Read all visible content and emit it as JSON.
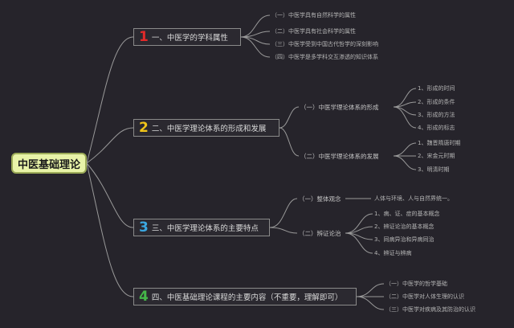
{
  "root": {
    "label": "中医基础理论"
  },
  "branches": [
    {
      "num": "1",
      "color": "#e32a2a",
      "label": "一、中医学的学科属性",
      "leaves": [
        "（一）中医学具有自然科学的属性",
        "（二）中医学具有社会科学的属性",
        "（三）中医学受到中国古代哲学的深刻影响",
        "（四）中医学是多学科交互渗透的知识体系"
      ]
    },
    {
      "num": "2",
      "color": "#f0c419",
      "label": "二、中医学理论体系的形成和发展",
      "subs": [
        {
          "label": "（一）中医学理论体系的形成",
          "leaves": [
            "1、形成的时间",
            "2、形成的条件",
            "3、形成的方法",
            "4、形成的标志"
          ]
        },
        {
          "label": "（二）中医学理论体系的发展",
          "leaves": [
            "1、魏晋隋唐时期",
            "2、宋金元时期",
            "3、明清时期"
          ]
        }
      ]
    },
    {
      "num": "3",
      "color": "#3ba7e0",
      "label": "三、中医学理论体系的主要特点",
      "subs": [
        {
          "label": "（一）整体观念",
          "leaves": [
            "人体与环境、人与自然界统一。"
          ]
        },
        {
          "label": "（二）辨证论治",
          "leaves": [
            "1、病、证、症的基本概念",
            "2、辨证论治的基本概念",
            "3、同病异治和异病同治",
            "4、辨证与辨病"
          ]
        }
      ]
    },
    {
      "num": "4",
      "color": "#45b649",
      "label": "四、中医基础理论课程的主要内容（不重要，理解即可）",
      "leaves": [
        "（一）中医学的哲学基础",
        "（二）中医学对人体生理的认识",
        "（三）中医学对疾病及其防治的认识"
      ]
    }
  ]
}
